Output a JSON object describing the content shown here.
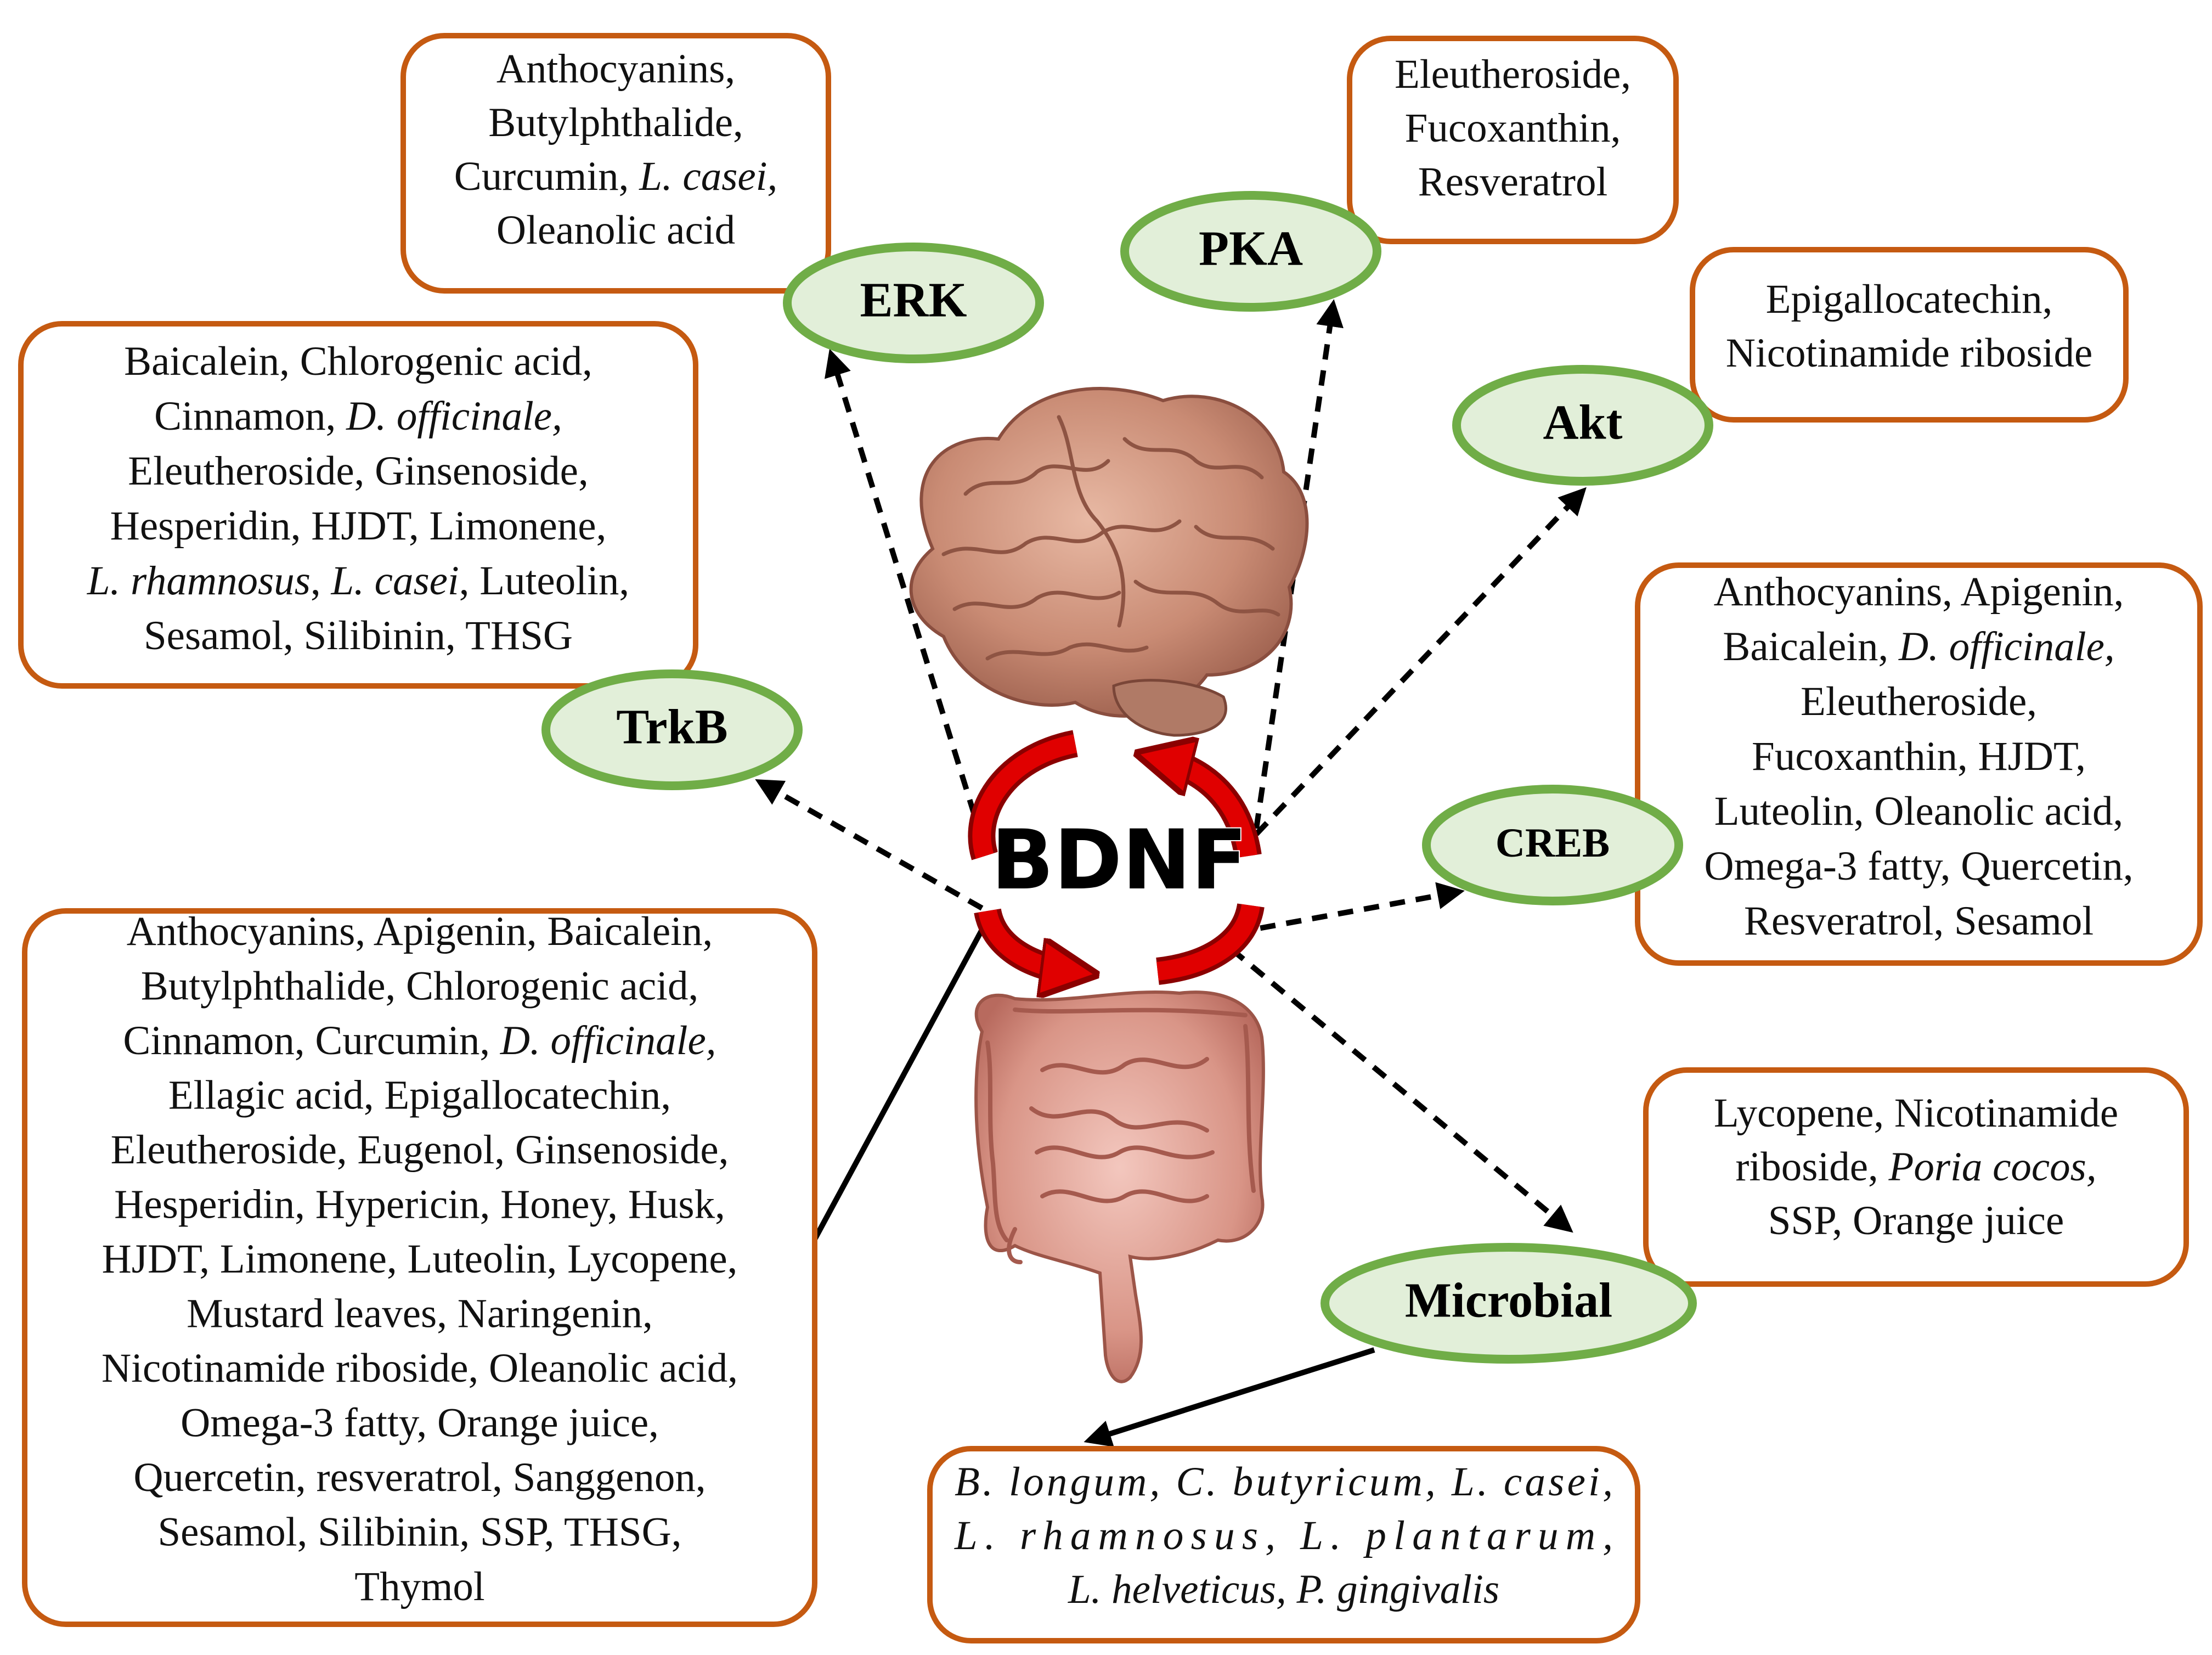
{
  "center": {
    "label": "BDNF"
  },
  "pathways": [
    {
      "id": "erk",
      "label": "ERK",
      "lines": [
        [
          {
            "t": "Anthocyanins,"
          }
        ],
        [
          {
            "t": "Butylphthalide,"
          }
        ],
        [
          {
            "t": "Curcumin, "
          },
          {
            "t": "L. casei,",
            "i": true
          }
        ],
        [
          {
            "t": "Oleanolic acid"
          }
        ]
      ]
    },
    {
      "id": "pka",
      "label": "PKA",
      "lines": [
        [
          {
            "t": "Eleutheroside,"
          }
        ],
        [
          {
            "t": "Fucoxanthin,"
          }
        ],
        [
          {
            "t": "Resveratrol"
          }
        ]
      ]
    },
    {
      "id": "akt",
      "label": "Akt",
      "lines": [
        [
          {
            "t": "Epigallocatechin,"
          }
        ],
        [
          {
            "t": "Nicotinamide riboside"
          }
        ]
      ]
    },
    {
      "id": "trkb",
      "label": "TrkB",
      "lines": [
        [
          {
            "t": "Baicalein, Chlorogenic acid,"
          }
        ],
        [
          {
            "t": "Cinnamon, "
          },
          {
            "t": "D. officinale,",
            "i": true
          }
        ],
        [
          {
            "t": "Eleutheroside, Ginsenoside,"
          }
        ],
        [
          {
            "t": "Hesperidin, HJDT, Limonene,"
          }
        ],
        [
          {
            "t": "L. rhamnosus",
            "i": true
          },
          {
            "t": ", "
          },
          {
            "t": "L. casei",
            "i": true
          },
          {
            "t": ", Luteolin,"
          }
        ],
        [
          {
            "t": "Sesamol, Silibinin, THSG"
          }
        ]
      ]
    },
    {
      "id": "creb",
      "label": "CREB",
      "lines": [
        [
          {
            "t": "Anthocyanins, Apigenin,"
          }
        ],
        [
          {
            "t": "Baicalein, "
          },
          {
            "t": "D. officinale,",
            "i": true
          }
        ],
        [
          {
            "t": "Eleutheroside,"
          }
        ],
        [
          {
            "t": "Fucoxanthin, HJDT,"
          }
        ],
        [
          {
            "t": "Luteolin, Oleanolic acid,"
          }
        ],
        [
          {
            "t": "Omega-3 fatty, Quercetin,"
          }
        ],
        [
          {
            "t": "Resveratrol, Sesamol"
          }
        ]
      ]
    },
    {
      "id": "microbial",
      "label": "Microbial",
      "lines": [
        [
          {
            "t": "Lycopene, Nicotinamide"
          }
        ],
        [
          {
            "t": "riboside, "
          },
          {
            "t": "Poria cocos,",
            "i": true
          }
        ],
        [
          {
            "t": "SSP, Orange juice"
          }
        ]
      ]
    }
  ],
  "gut_box": {
    "lines": [
      [
        {
          "t": "Anthocyanins, Apigenin, Baicalein,"
        }
      ],
      [
        {
          "t": "Butylphthalide, Chlorogenic acid,"
        }
      ],
      [
        {
          "t": "Cinnamon, Curcumin, "
        },
        {
          "t": "D. officinale,",
          "i": true
        }
      ],
      [
        {
          "t": "Ellagic acid, Epigallocatechin,"
        }
      ],
      [
        {
          "t": "Eleutheroside, Eugenol, Ginsenoside,"
        }
      ],
      [
        {
          "t": "Hesperidin, Hypericin, Honey, Husk,"
        }
      ],
      [
        {
          "t": "HJDT, Limonene, Luteolin, Lycopene,"
        }
      ],
      [
        {
          "t": "Mustard leaves, Naringenin,"
        }
      ],
      [
        {
          "t": "Nicotinamide riboside, Oleanolic acid,"
        }
      ],
      [
        {
          "t": "Omega-3 fatty, Orange juice,"
        }
      ],
      [
        {
          "t": "Quercetin, resveratrol, Sanggenon,"
        }
      ],
      [
        {
          "t": "Sesamol, Silibinin, SSP, THSG,"
        }
      ],
      [
        {
          "t": "Thymol"
        }
      ]
    ]
  },
  "bacteria_box": {
    "lines": [
      [
        {
          "t": "B. longum, C. butyricum, L. casei,",
          "i": true
        }
      ],
      [
        {
          "t": "L. rhamnosus, L. plantarum,",
          "i": true
        }
      ],
      [
        {
          "t": "L. helveticus, P. gingivalis",
          "i": true
        }
      ]
    ]
  },
  "colors": {
    "box_border": "#c55a11",
    "oval_fill": "#e2efd9",
    "oval_border": "#70ad47",
    "cycle_arrow": "#e00000"
  },
  "icons": {
    "brain": "brain-icon",
    "gut": "intestine-icon"
  }
}
